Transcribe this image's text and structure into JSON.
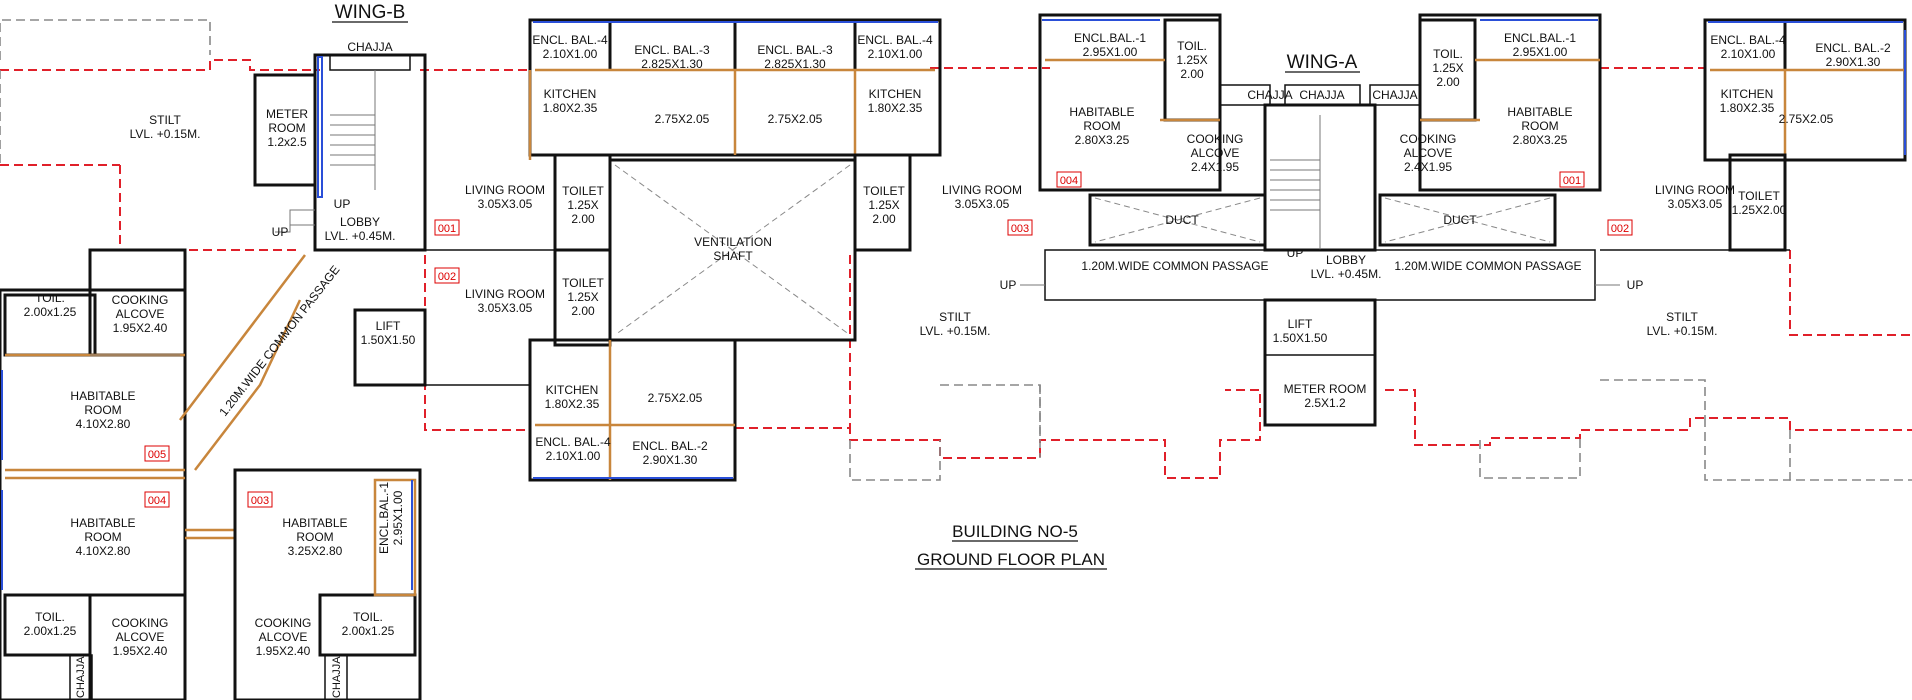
{
  "wings": {
    "a": "WING-A",
    "b": "WING-B"
  },
  "title": {
    "line1": "BUILDING NO-5",
    "line2": "GROUND FLOOR PLAN"
  },
  "rooms": {
    "stilt_nw": [
      "STILT",
      "LVL. +0.15M."
    ],
    "meter_b": [
      "METER",
      "ROOM",
      "1.2x2.5"
    ],
    "chajja_b": "CHAJJA",
    "up_b1": "UP",
    "up_b2": "UP",
    "lobby_b": [
      "LOBBY",
      "LVL. +0.45M."
    ],
    "passage_b": "1.20M.WIDE COMMON PASSAGE",
    "lift_b": [
      "LIFT",
      "1.50X1.50"
    ],
    "toil_b1": [
      "TOIL.",
      "2.00x1.25"
    ],
    "cook_b1": [
      "COOKING",
      "ALCOVE",
      "1.95X2.40"
    ],
    "hab_b1": [
      "HABITABLE",
      "ROOM",
      "4.10X2.80"
    ],
    "hab_b2": [
      "HABITABLE",
      "ROOM",
      "4.10X2.80"
    ],
    "toil_b2": [
      "TOIL.",
      "2.00x1.25"
    ],
    "cook_b2": [
      "COOKING",
      "ALCOVE",
      "1.95X2.40"
    ],
    "chajja_b1": "CHAJJA",
    "hab_b3": [
      "HABITABLE",
      "ROOM",
      "3.25X2.80"
    ],
    "encl_b1": [
      "ENCL.BAL.-1",
      "2.95X1.00"
    ],
    "cook_b3": [
      "COOKING",
      "ALCOVE",
      "1.95X2.40"
    ],
    "toil_b3": [
      "TOIL.",
      "2.00x1.25"
    ],
    "chajja_b2": "CHAJJA",
    "encl4_bt": [
      "ENCL. BAL.-4",
      "2.10X1.00"
    ],
    "encl3_bt1": [
      "ENCL. BAL.-3",
      "2.825X1.30"
    ],
    "encl3_bt2": [
      "ENCL. BAL.-3",
      "2.825X1.30"
    ],
    "encl4_bt2": [
      "ENCL. BAL.-4",
      "2.10X1.00"
    ],
    "kit_bt1": [
      "KITCHEN",
      "1.80X2.35"
    ],
    "room_bt1": "2.75X2.05",
    "room_bt2": "2.75X2.05",
    "kit_bt2": [
      "KITCHEN",
      "1.80X2.35"
    ],
    "liv_b1": [
      "LIVING ROOM",
      "3.05X3.05"
    ],
    "toilet_b1": [
      "TOILET",
      "1.25X",
      "2.00"
    ],
    "vent": [
      "VENTILATION",
      "SHAFT"
    ],
    "toilet_b2": [
      "TOILET",
      "1.25X",
      "2.00"
    ],
    "liv_b2": [
      "LIVING ROOM",
      "3.05X3.05"
    ],
    "liv_b3": [
      "LIVING ROOM",
      "3.05X3.05"
    ],
    "toilet_b3": [
      "TOILET",
      "1.25X",
      "2.00"
    ],
    "kit_bb": [
      "KITCHEN",
      "1.80X2.35"
    ],
    "room_bb": "2.75X2.05",
    "encl4_bb": [
      "ENCL. BAL.-4",
      "2.10X1.00"
    ],
    "encl2_bb": [
      "ENCL. BAL.-2",
      "2.90X1.30"
    ],
    "stilt_mid": [
      "STILT",
      "LVL. +0.15M."
    ],
    "encl1_a1": [
      "ENCL.BAL.-1",
      "2.95X1.00"
    ],
    "toil_a1": [
      "TOIL.",
      "1.25X",
      "2.00"
    ],
    "hab_a1": [
      "HABITABLE",
      "ROOM",
      "2.80X3.25"
    ],
    "cook_a1": [
      "COOKING",
      "ALCOVE",
      "2.4X1.95"
    ],
    "chajja_a1": "CHAJJA",
    "chajja_a2": "CHAJJA",
    "chajja_a3": "CHAJJA",
    "duct1": "DUCT",
    "duct2": "DUCT",
    "cook_a2": [
      "COOKING",
      "ALCOVE",
      "2.4X1.95"
    ],
    "toil_a2": [
      "TOIL.",
      "1.25X",
      "2.00"
    ],
    "encl1_a2": [
      "ENCL.BAL.-1",
      "2.95X1.00"
    ],
    "hab_a2": [
      "HABITABLE",
      "ROOM",
      "2.80X3.25"
    ],
    "passage_a1": "1.20M.WIDE COMMON PASSAGE",
    "passage_a2": "1.20M.WIDE COMMON PASSAGE",
    "lobby_a": [
      "LOBBY",
      "LVL. +0.45M."
    ],
    "up_a1": "UP",
    "up_a2": "UP",
    "up_a3": "UP",
    "lift_a": [
      "LIFT",
      "1.50X1.50"
    ],
    "meter_a": [
      "METER ROOM",
      "2.5X1.2"
    ],
    "encl4_ar": [
      "ENCL. BAL.-4",
      "2.10X1.00"
    ],
    "encl2_ar": [
      "ENCL. BAL.-2",
      "2.90X1.30"
    ],
    "kit_ar": [
      "KITCHEN",
      "1.80X2.35"
    ],
    "room_ar": "2.75X2.05",
    "liv_ar": [
      "LIVING ROOM",
      "3.05X3.05"
    ],
    "toilet_ar": [
      "TOILET",
      "1.25X2.00"
    ],
    "stilt_e": [
      "STILT",
      "LVL. +0.15M."
    ]
  },
  "unit_tags": {
    "b001": "001",
    "b002": "002",
    "b003": "003",
    "b004": "004",
    "b005": "005",
    "a001": "001",
    "a002": "002",
    "a003": "003",
    "a004": "004"
  }
}
